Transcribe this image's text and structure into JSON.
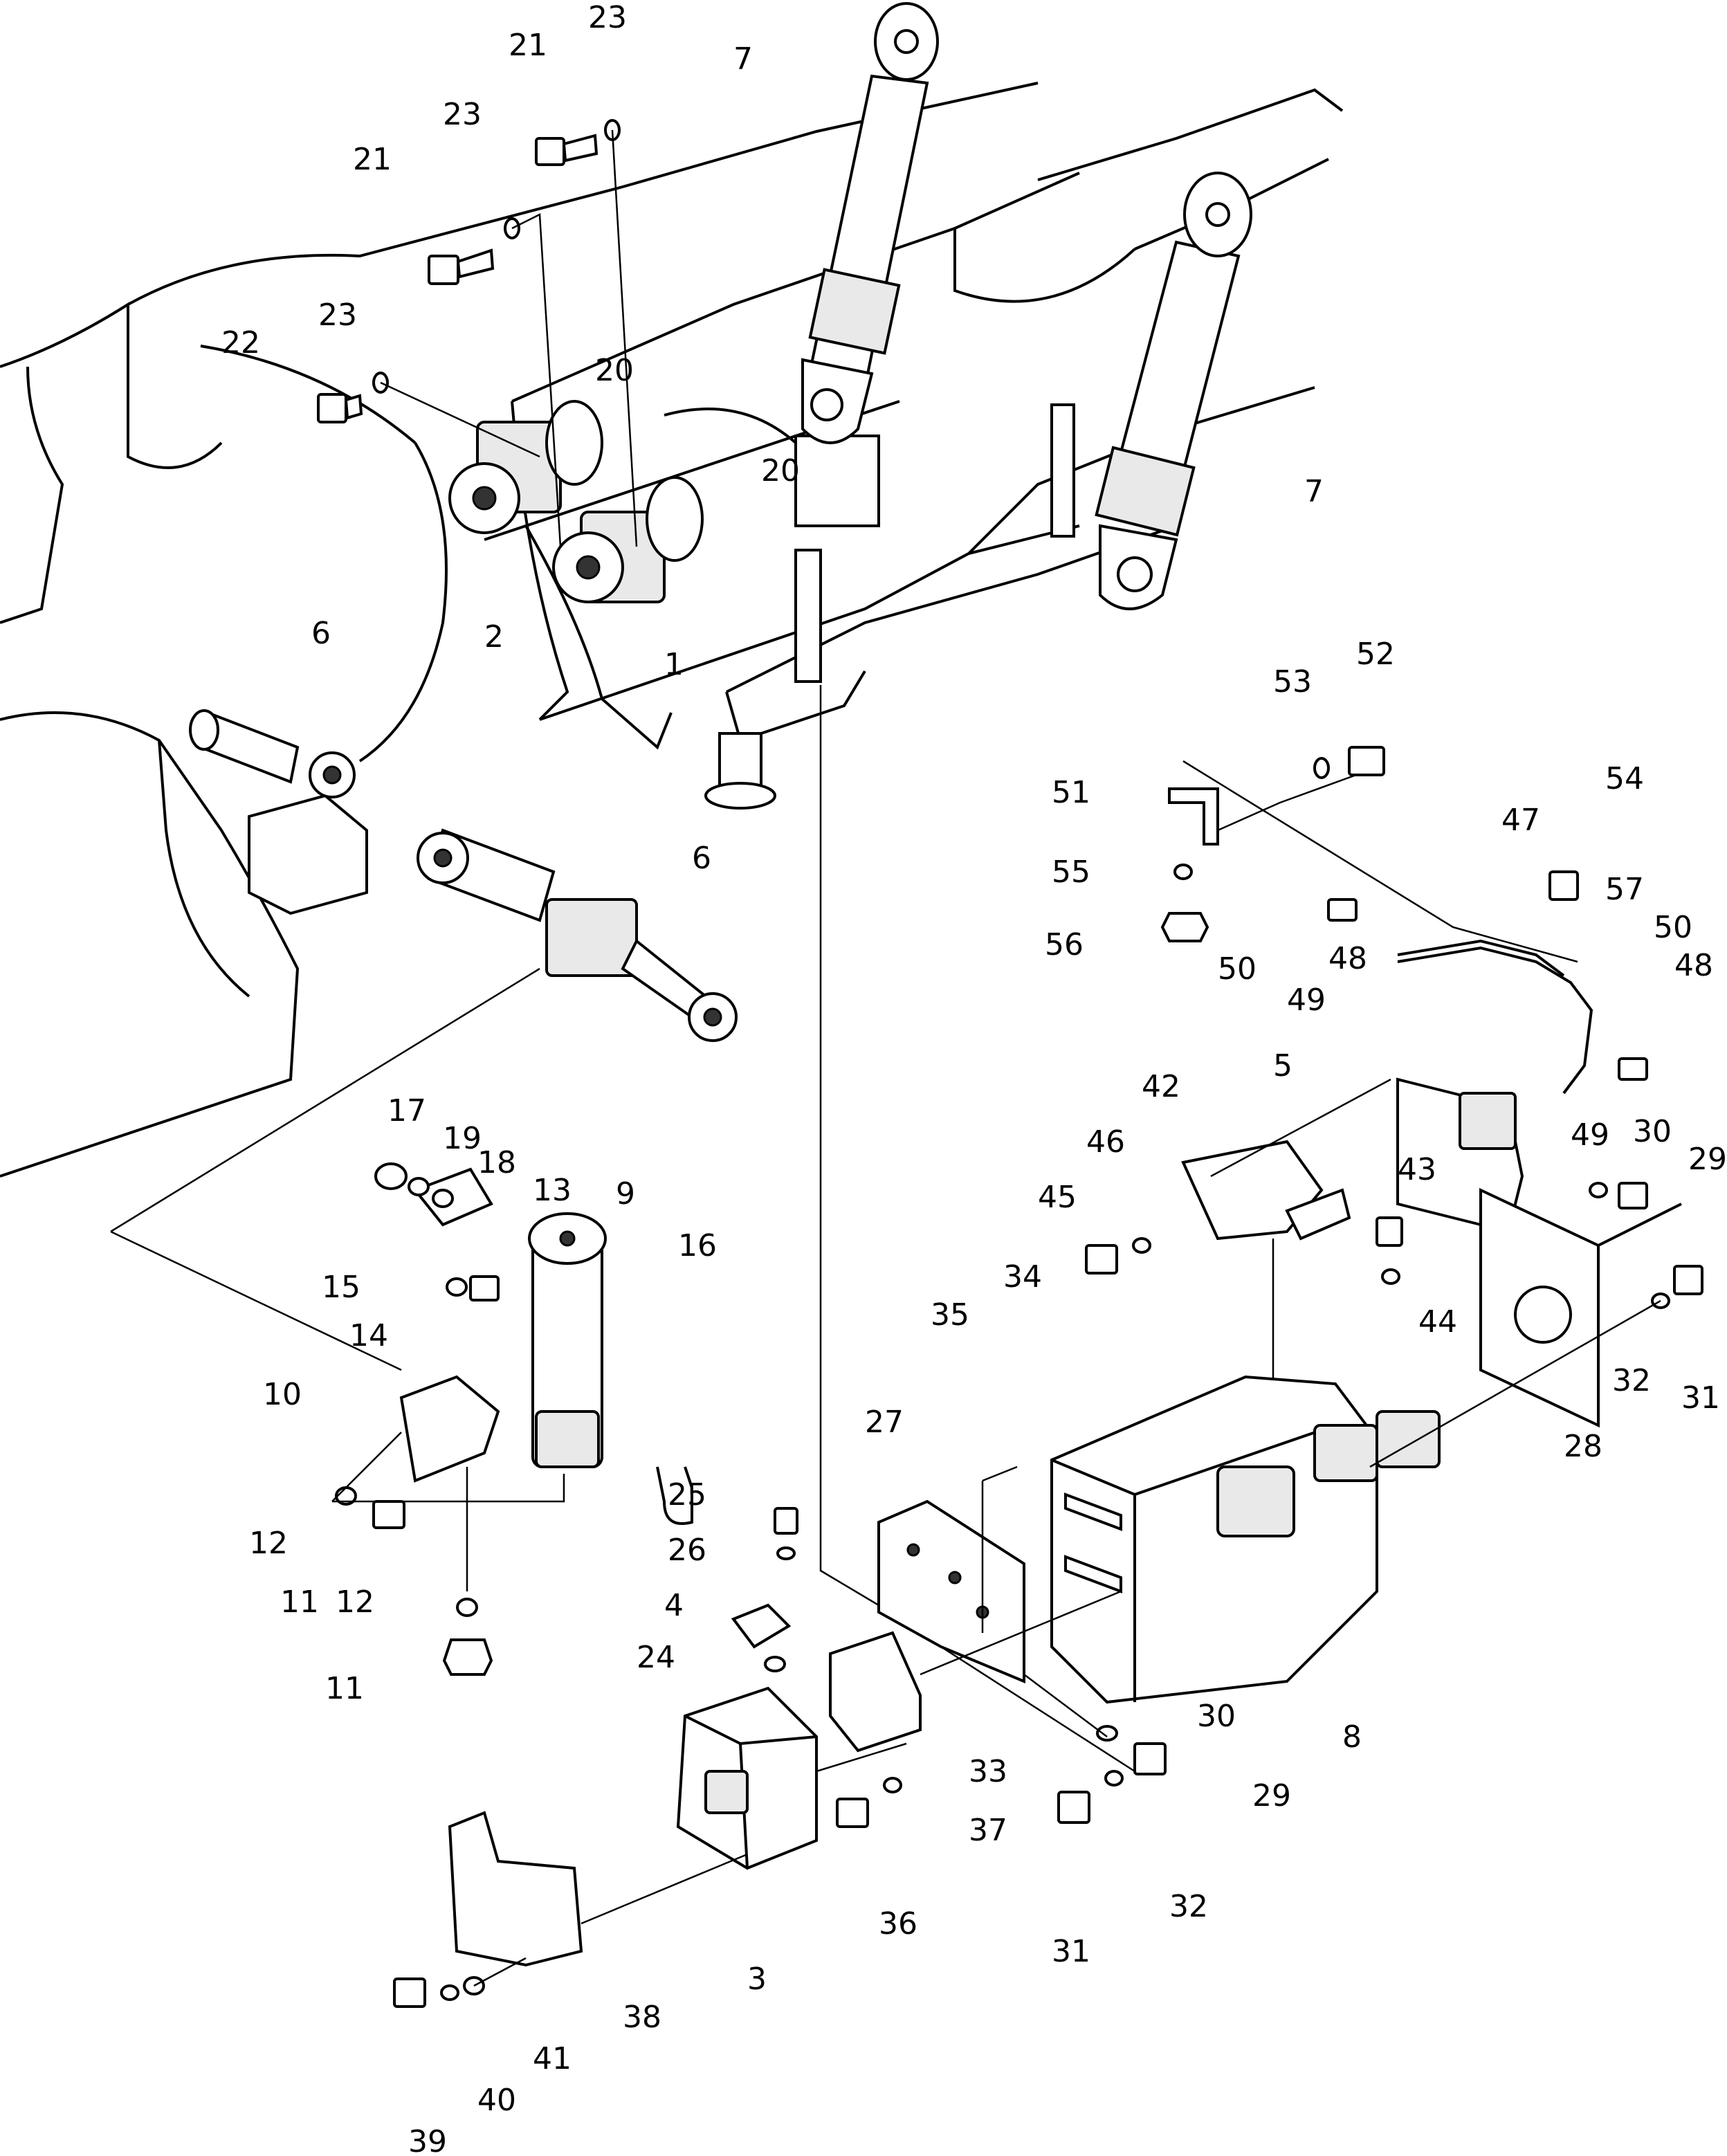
{
  "callouts": [
    {
      "id": "c1",
      "text": "23"
    },
    {
      "id": "c2",
      "text": "21"
    },
    {
      "id": "c3",
      "text": "7"
    },
    {
      "id": "c4",
      "text": "23"
    },
    {
      "id": "c5",
      "text": "21"
    },
    {
      "id": "c6",
      "text": "23"
    },
    {
      "id": "c7",
      "text": "22"
    },
    {
      "id": "c8",
      "text": "20"
    },
    {
      "id": "c9",
      "text": "20"
    },
    {
      "id": "c10",
      "text": "7"
    },
    {
      "id": "c11",
      "text": "2"
    },
    {
      "id": "c12",
      "text": "1"
    },
    {
      "id": "c13",
      "text": "6"
    },
    {
      "id": "c14",
      "text": "6"
    },
    {
      "id": "c15",
      "text": "53"
    },
    {
      "id": "c16",
      "text": "52"
    },
    {
      "id": "c17",
      "text": "54"
    },
    {
      "id": "c18",
      "text": "51"
    },
    {
      "id": "c19",
      "text": "47"
    },
    {
      "id": "c20",
      "text": "57"
    },
    {
      "id": "c21",
      "text": "55"
    },
    {
      "id": "c22",
      "text": "50"
    },
    {
      "id": "c23",
      "text": "56"
    },
    {
      "id": "c24",
      "text": "48"
    },
    {
      "id": "c25",
      "text": "48"
    },
    {
      "id": "c26",
      "text": "50"
    },
    {
      "id": "c27",
      "text": "49"
    },
    {
      "id": "c28",
      "text": "5"
    },
    {
      "id": "c29",
      "text": "42"
    },
    {
      "id": "c30",
      "text": "49"
    },
    {
      "id": "c31",
      "text": "30"
    },
    {
      "id": "c32",
      "text": "29"
    },
    {
      "id": "c33",
      "text": "46"
    },
    {
      "id": "c34",
      "text": "43"
    },
    {
      "id": "c35",
      "text": "45"
    },
    {
      "id": "c36",
      "text": "44"
    },
    {
      "id": "c37",
      "text": "17"
    },
    {
      "id": "c38",
      "text": "19"
    },
    {
      "id": "c39",
      "text": "18"
    },
    {
      "id": "c40",
      "text": "13"
    },
    {
      "id": "c41",
      "text": "9"
    },
    {
      "id": "c42",
      "text": "16"
    },
    {
      "id": "c43",
      "text": "15"
    },
    {
      "id": "c44",
      "text": "14"
    },
    {
      "id": "c45",
      "text": "34"
    },
    {
      "id": "c46",
      "text": "35"
    },
    {
      "id": "c47",
      "text": "10"
    },
    {
      "id": "c48",
      "text": "32"
    },
    {
      "id": "c49",
      "text": "31"
    },
    {
      "id": "c50",
      "text": "28"
    },
    {
      "id": "c51",
      "text": "27"
    },
    {
      "id": "c52",
      "text": "25"
    },
    {
      "id": "c53",
      "text": "12"
    },
    {
      "id": "c54",
      "text": "26"
    },
    {
      "id": "c55",
      "text": "4"
    },
    {
      "id": "c56",
      "text": "11"
    },
    {
      "id": "c57",
      "text": "12"
    },
    {
      "id": "c58",
      "text": "24"
    },
    {
      "id": "c59",
      "text": "11"
    },
    {
      "id": "c60",
      "text": "30"
    },
    {
      "id": "c61",
      "text": "8"
    },
    {
      "id": "c62",
      "text": "33"
    },
    {
      "id": "c63",
      "text": "29"
    },
    {
      "id": "c64",
      "text": "37"
    },
    {
      "id": "c65",
      "text": "36"
    },
    {
      "id": "c66",
      "text": "32"
    },
    {
      "id": "c67",
      "text": "31"
    },
    {
      "id": "c68",
      "text": "3"
    },
    {
      "id": "c69",
      "text": "38"
    },
    {
      "id": "c70",
      "text": "41"
    },
    {
      "id": "c71",
      "text": "40"
    },
    {
      "id": "c72",
      "text": "39"
    }
  ]
}
